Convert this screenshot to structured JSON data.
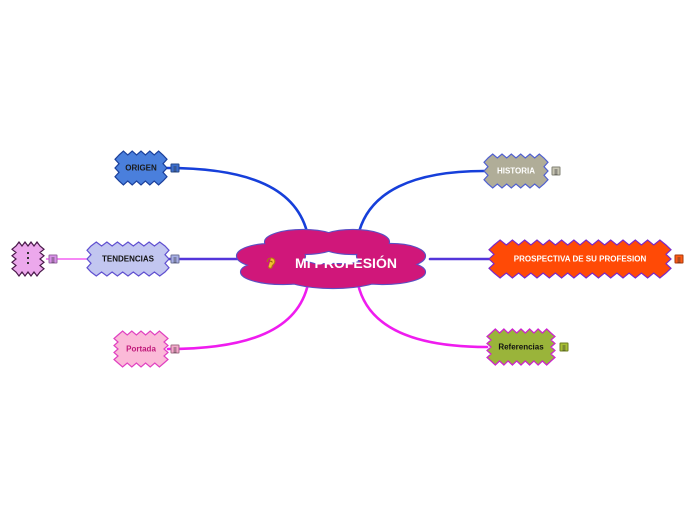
{
  "central": {
    "label": "MI PROFESIÓN",
    "icon": "ear-icon",
    "fill": "#d0177a",
    "stroke": "#5b4fc4",
    "text_color": "#ffffff"
  },
  "topics": [
    {
      "id": "origen",
      "label": "ORIGEN",
      "fill": "#4a7fdc",
      "stroke": "#1b3f9a",
      "text_color": "#1a1a1a",
      "line_color": "#0a35d8",
      "note_color": "#3c6fd0"
    },
    {
      "id": "tendencias",
      "label": "TENDENCIAS",
      "fill": "#c2c6f0",
      "stroke": "#6050d0",
      "text_color": "#111111",
      "line_color": "#4a2ad8",
      "note_color": "#a8b0e8"
    },
    {
      "id": "portada",
      "label": "Portada",
      "fill": "#fbbad8",
      "stroke": "#e040c0",
      "text_color": "#c0187a",
      "line_color": "#ee10ee",
      "note_color": "#f7a8cc"
    },
    {
      "id": "historia",
      "label": "HISTORIA",
      "fill": "#b0ad98",
      "stroke": "#5060d0",
      "text_color": "#ffffff",
      "line_color": "#0a35d8",
      "note_color": "#c8c6b4"
    },
    {
      "id": "prospectiva",
      "label": "PROSPECTIVA DE SU PROFESION",
      "fill": "#ff4a06",
      "stroke": "#7a28c8",
      "text_color": "#ffffff",
      "line_color": "#4a2ad8",
      "note_color": "#ff5a14"
    },
    {
      "id": "referencias",
      "label": "Referencias",
      "fill": "#9ab43a",
      "stroke": "#cc22cc",
      "text_color": "#111111",
      "line_color": "#ee10ee",
      "note_color": "#a8c034"
    }
  ],
  "subtopic": {
    "label": "",
    "fill": "#eca8ec",
    "stroke": "#4a1a4a",
    "line_color": "#ee10ee",
    "note_color": "#d890e8"
  }
}
